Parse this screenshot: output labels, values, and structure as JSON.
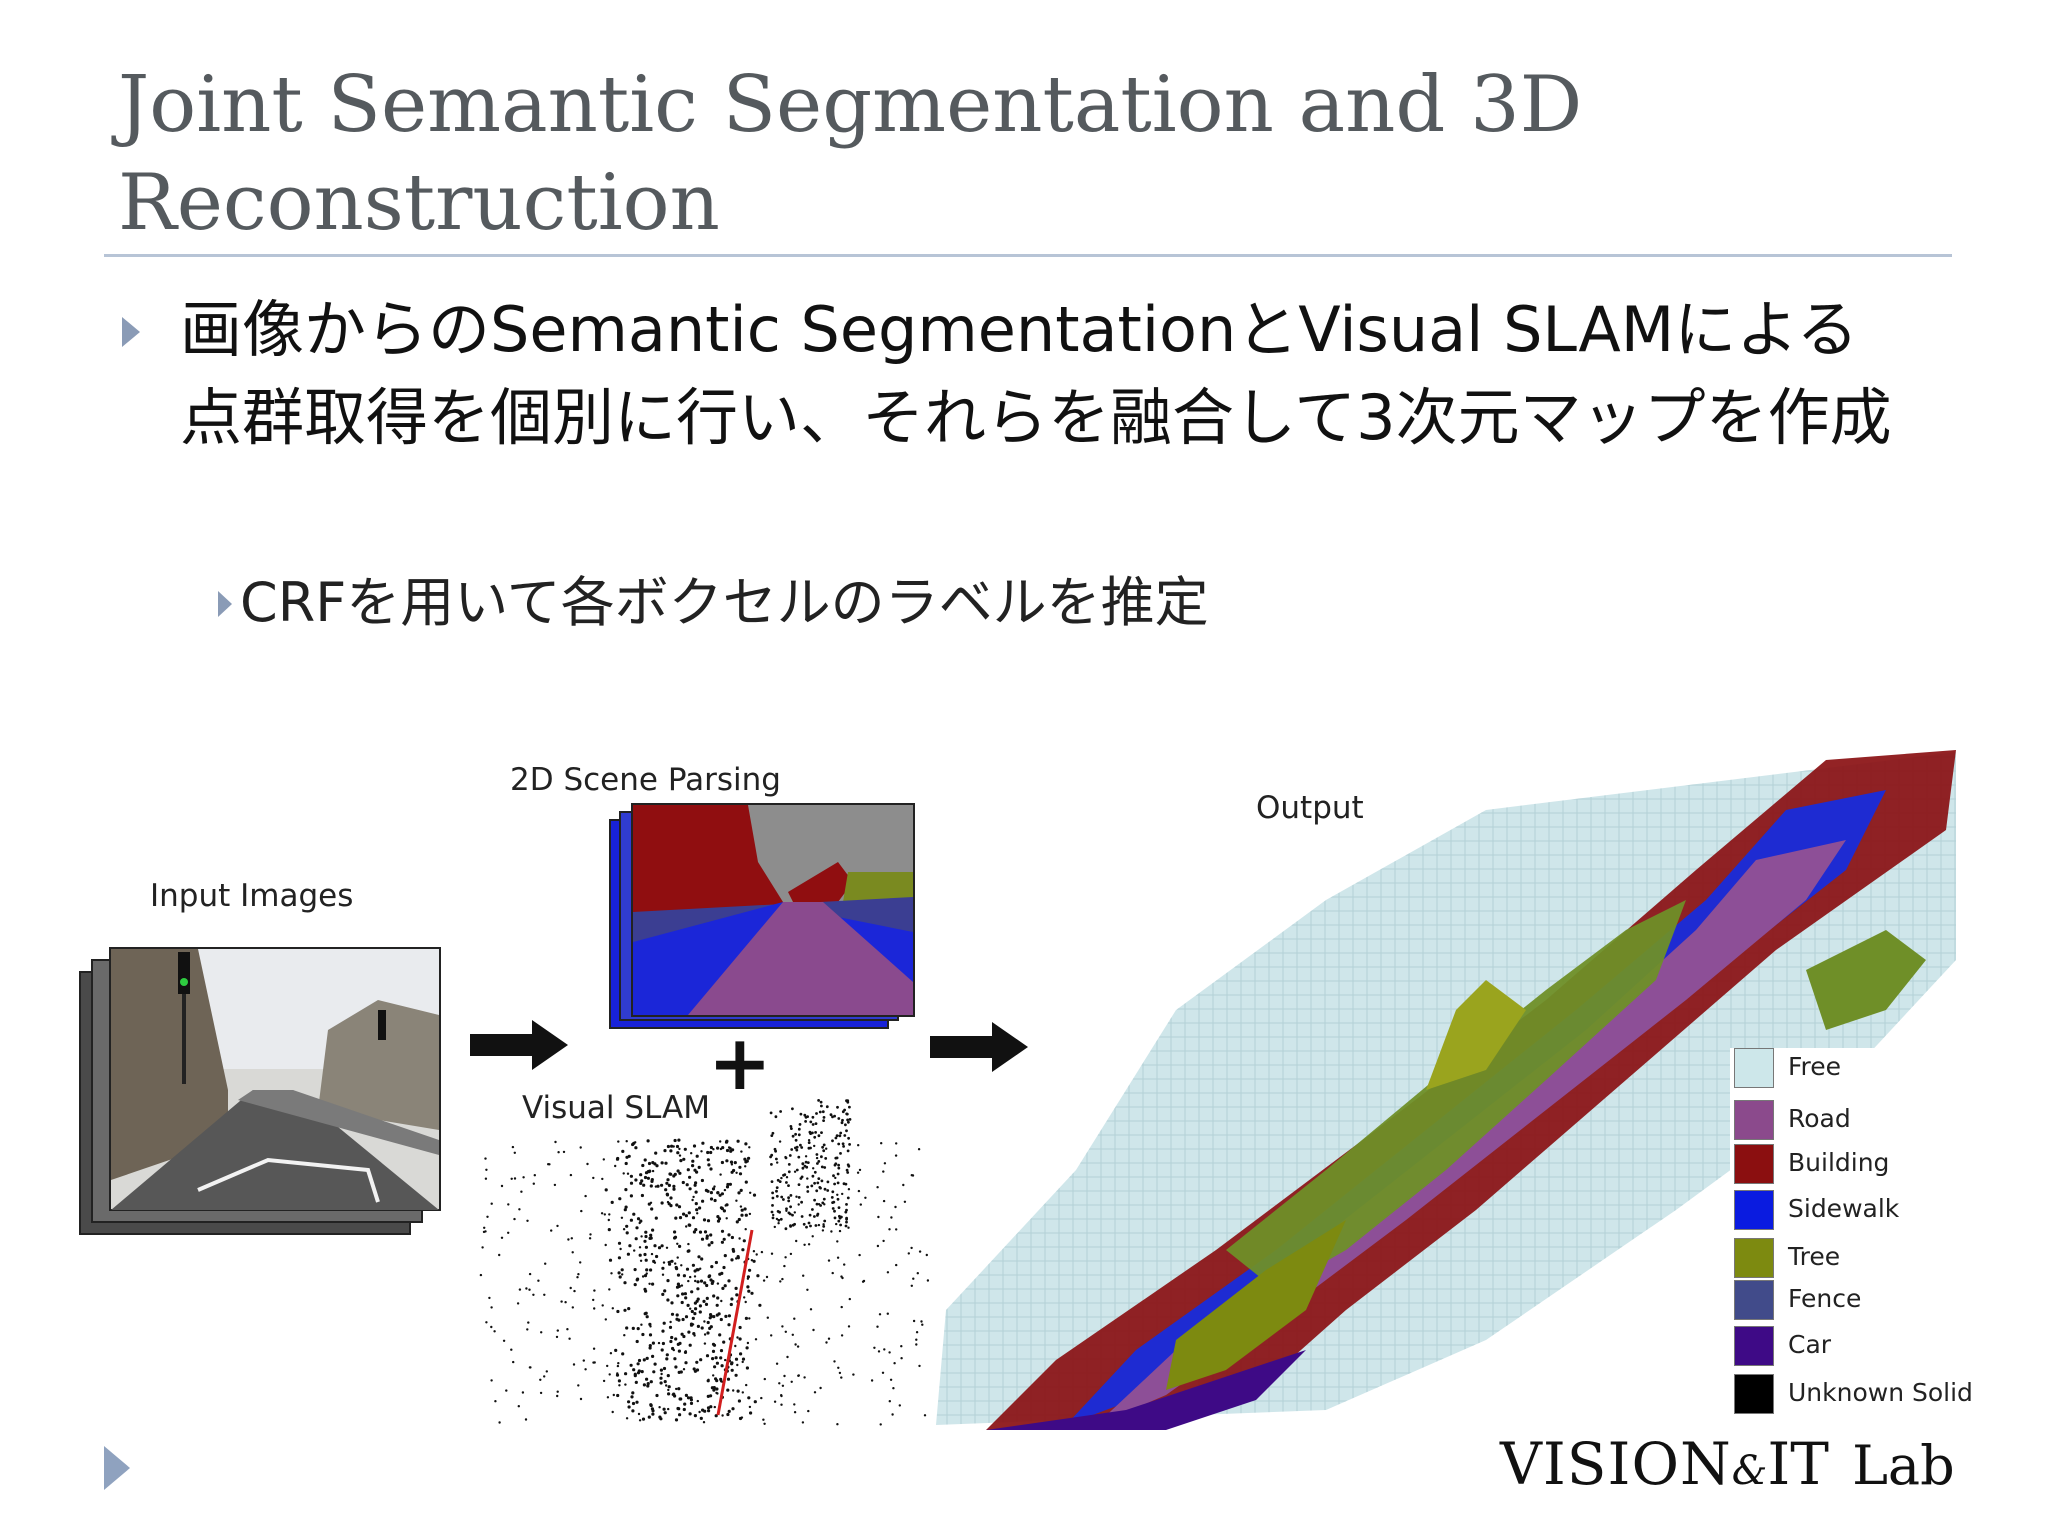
{
  "slide": {
    "title": "Joint Semantic Segmentation and 3D Reconstruction",
    "bullet_main": "画像からのSemantic SegmentationとVisual SLAMによる点群取得を個別に行い、それらを融合して3次元マップを作成",
    "bullet_sub": "CRFを用いて各ボクセルのラベルを推定"
  },
  "figure": {
    "input_label": "Input Images",
    "parsing_label": "2D Scene Parsing",
    "slam_label": "Visual SLAM",
    "output_label": "Output",
    "plus_sign": "+",
    "legend": [
      {
        "label": "Free",
        "color": "#cde7ea"
      },
      {
        "label": "Road",
        "color": "#8b4a8c"
      },
      {
        "label": "Building",
        "color": "#8b0f10"
      },
      {
        "label": "Sidewalk",
        "color": "#0a1be0"
      },
      {
        "label": "Tree",
        "color": "#7d8a10"
      },
      {
        "label": "Fence",
        "color": "#414b8a"
      },
      {
        "label": "Car",
        "color": "#3e0a86"
      },
      {
        "label": "Unknown Solid",
        "color": "#000000"
      }
    ]
  },
  "footer": {
    "logo_main": "VISION",
    "logo_amp": "&",
    "logo_it": "IT",
    "logo_lab": "Lab"
  }
}
